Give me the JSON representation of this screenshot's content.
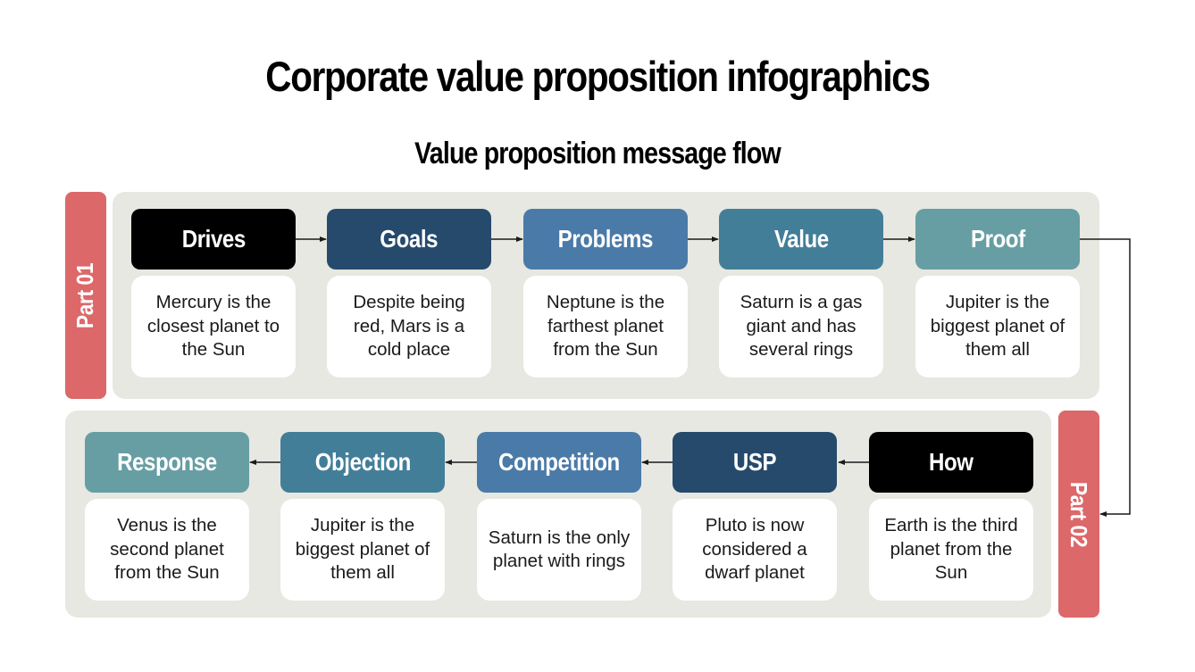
{
  "title": "Corporate value proposition infographics",
  "subtitle": "Value proposition message flow",
  "colors": {
    "panel_bg": "#e6e8e1",
    "part_bar": "#dc686a",
    "black": "#000000",
    "navy": "#254a6c",
    "blue": "#4a7aa8",
    "teal_dark": "#437e99",
    "teal_light": "#669ea3"
  },
  "part1": {
    "label": "Part 01",
    "steps": [
      {
        "title": "Drives",
        "text": "Mercury is the closest planet to the Sun",
        "color": "#000000"
      },
      {
        "title": "Goals",
        "text": "Despite being red, Mars is a cold place",
        "color": "#254a6c"
      },
      {
        "title": "Problems",
        "text": "Neptune is the farthest planet from the Sun",
        "color": "#4a7aa8"
      },
      {
        "title": "Value",
        "text": "Saturn is a gas giant and has several rings",
        "color": "#437e99"
      },
      {
        "title": "Proof",
        "text": "Jupiter is the biggest planet of them all",
        "color": "#669ea3"
      }
    ]
  },
  "part2": {
    "label": "Part 02",
    "steps": [
      {
        "title": "How",
        "text": "Earth is the third planet from the Sun",
        "color": "#000000"
      },
      {
        "title": "USP",
        "text": "Pluto is now considered a dwarf planet",
        "color": "#254a6c"
      },
      {
        "title": "Competition",
        "text": "Saturn is the only planet with rings",
        "color": "#4a7aa8"
      },
      {
        "title": "Objection",
        "text": "Jupiter is the biggest planet of them all",
        "color": "#437e99"
      },
      {
        "title": "Response",
        "text": "Venus is the second planet from the Sun",
        "color": "#669ea3"
      }
    ]
  }
}
